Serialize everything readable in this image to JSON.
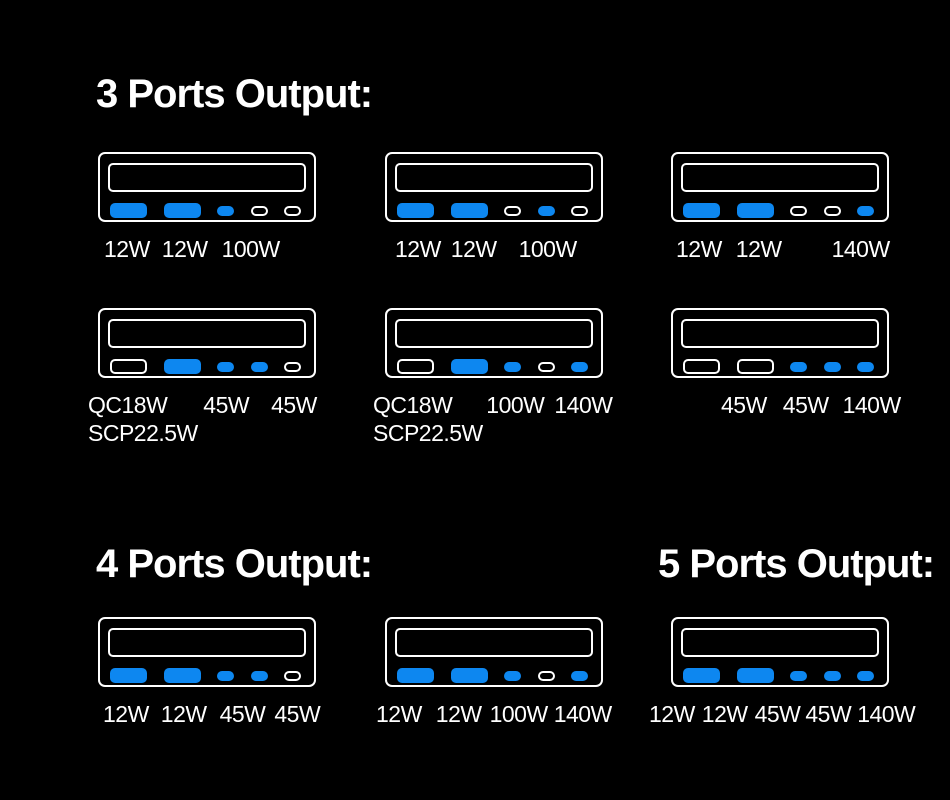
{
  "colors": {
    "background": "#000000",
    "outline_white": "#ffffff",
    "port_active_blue": "#0d87f0",
    "text_white": "#ffffff"
  },
  "sections": [
    {
      "id": "three-ports",
      "heading": "3 Ports Output:"
    },
    {
      "id": "four-ports",
      "heading": "4 Ports Output:"
    },
    {
      "id": "five-ports",
      "heading": "5 Ports Output:"
    }
  ],
  "devices": [
    {
      "section": "3 Ports Output:",
      "ports": [
        {
          "type": "usb-a",
          "active": true
        },
        {
          "type": "usb-a",
          "active": true
        },
        {
          "type": "usb-c",
          "active": true
        },
        {
          "type": "usb-c",
          "active": false
        },
        {
          "type": "usb-c",
          "active": false
        }
      ],
      "labels": [
        [
          "12W",
          "12W",
          "100W"
        ]
      ]
    },
    {
      "section": "3 Ports Output:",
      "ports": [
        {
          "type": "usb-a",
          "active": true
        },
        {
          "type": "usb-a",
          "active": true
        },
        {
          "type": "usb-c",
          "active": false
        },
        {
          "type": "usb-c",
          "active": true
        },
        {
          "type": "usb-c",
          "active": false
        }
      ],
      "labels": [
        [
          "12W",
          "12W",
          "100W"
        ]
      ]
    },
    {
      "section": "3 Ports Output:",
      "ports": [
        {
          "type": "usb-a",
          "active": true
        },
        {
          "type": "usb-a",
          "active": true
        },
        {
          "type": "usb-c",
          "active": false
        },
        {
          "type": "usb-c",
          "active": false
        },
        {
          "type": "usb-c",
          "active": true
        }
      ],
      "labels": [
        [
          "12W",
          "12W",
          "140W"
        ]
      ]
    },
    {
      "section": "3 Ports Output:",
      "ports": [
        {
          "type": "usb-a",
          "active": false
        },
        {
          "type": "usb-a",
          "active": true
        },
        {
          "type": "usb-c",
          "active": true
        },
        {
          "type": "usb-c",
          "active": true
        },
        {
          "type": "usb-c",
          "active": false
        }
      ],
      "labels": [
        [
          "QC18W",
          "45W",
          "45W"
        ],
        [
          "SCP22.5W"
        ]
      ]
    },
    {
      "section": "3 Ports Output:",
      "ports": [
        {
          "type": "usb-a",
          "active": false
        },
        {
          "type": "usb-a",
          "active": true
        },
        {
          "type": "usb-c",
          "active": true
        },
        {
          "type": "usb-c",
          "active": false
        },
        {
          "type": "usb-c",
          "active": true
        }
      ],
      "labels": [
        [
          "QC18W",
          "100W",
          "140W"
        ],
        [
          "SCP22.5W"
        ]
      ]
    },
    {
      "section": "3 Ports Output:",
      "ports": [
        {
          "type": "usb-a",
          "active": false
        },
        {
          "type": "usb-a",
          "active": false
        },
        {
          "type": "usb-c",
          "active": true
        },
        {
          "type": "usb-c",
          "active": true
        },
        {
          "type": "usb-c",
          "active": true
        }
      ],
      "labels": [
        [
          "45W",
          "45W",
          "140W"
        ]
      ]
    },
    {
      "section": "4 Ports Output:",
      "ports": [
        {
          "type": "usb-a",
          "active": true
        },
        {
          "type": "usb-a",
          "active": true
        },
        {
          "type": "usb-c",
          "active": true
        },
        {
          "type": "usb-c",
          "active": true
        },
        {
          "type": "usb-c",
          "active": false
        }
      ],
      "labels": [
        [
          "12W",
          "12W",
          "45W",
          "45W"
        ]
      ]
    },
    {
      "section": "4 Ports Output:",
      "ports": [
        {
          "type": "usb-a",
          "active": true
        },
        {
          "type": "usb-a",
          "active": true
        },
        {
          "type": "usb-c",
          "active": true
        },
        {
          "type": "usb-c",
          "active": false
        },
        {
          "type": "usb-c",
          "active": true
        }
      ],
      "labels": [
        [
          "12W",
          "12W",
          "100W",
          "140W"
        ]
      ]
    },
    {
      "section": "5 Ports Output:",
      "ports": [
        {
          "type": "usb-a",
          "active": true
        },
        {
          "type": "usb-a",
          "active": true
        },
        {
          "type": "usb-c",
          "active": true
        },
        {
          "type": "usb-c",
          "active": true
        },
        {
          "type": "usb-c",
          "active": true
        }
      ],
      "labels": [
        [
          "12W",
          "12W",
          "45W",
          "45W",
          "140W"
        ]
      ]
    }
  ]
}
